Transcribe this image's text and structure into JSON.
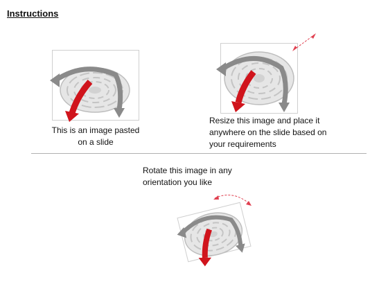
{
  "page": {
    "heading": "Instructions"
  },
  "steps": [
    {
      "caption_line1": "This is an image pasted",
      "caption_line2": "on a slide"
    },
    {
      "caption_line1": "Resize this image and place it",
      "caption_line2": "anywhere on the slide based on",
      "caption_line3": "your requirements"
    },
    {
      "caption_line1": "Rotate this image in any",
      "caption_line2": "orientation you like"
    }
  ],
  "icons": {
    "maze_image": "maze-with-arrows-icon",
    "resize_handle": "diagonal-resize-arrow-icon",
    "rotate_handle": "curved-rotate-arrow-icon"
  },
  "colors": {
    "arrow_red": "#d0141c",
    "arrow_grey": "#8a8a8a",
    "maze": "#d9d9d9",
    "dashed_accent": "#e04050"
  }
}
